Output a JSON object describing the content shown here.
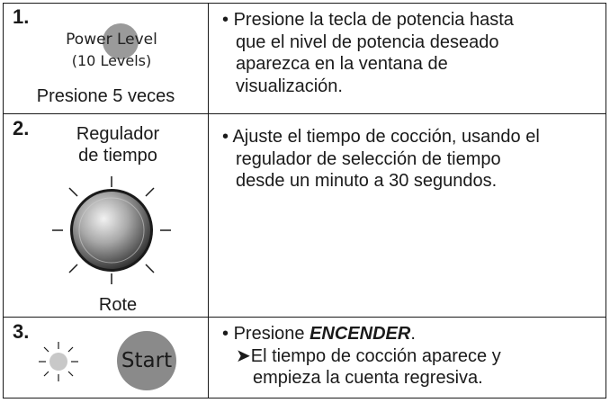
{
  "steps": [
    {
      "number": "1.",
      "panel": {
        "line1": "Power Level",
        "line2": "(10 Levels)",
        "caption": "Presione 5 veces"
      },
      "text": {
        "bullet": "•",
        "line1": "Presione la tecla de potencia hasta",
        "line2": "que el nivel de potencia deseado",
        "line3": "aparezca en la ventana de",
        "line4": "visualización."
      }
    },
    {
      "number": "2.",
      "panel": {
        "label_line1": "Regulador",
        "label_line2": "de tiempo",
        "icon": "timer-dial-icon",
        "caption": "Rote"
      },
      "text": {
        "bullet": "•",
        "line1": "Ajuste el tiempo de cocción, usando el",
        "line2": "regulador de selección de tiempo",
        "line3": "desde un minuto a 30 segundos."
      }
    },
    {
      "number": "3.",
      "panel": {
        "indicator_icon": "indicator-light-icon",
        "button_label": "Start"
      },
      "text": {
        "bullet": "•",
        "line1_prefix": "Presione ",
        "line1_emphasis": "ENCENDER",
        "line1_suffix": ".",
        "arrow": "➤",
        "line2": "El tiempo de cocción aparece y",
        "line3": "empieza la cuenta regresiva."
      }
    }
  ],
  "colors": {
    "border": "#1a1a1a",
    "button_gray": "#8a8a8a",
    "dot_gray": "#9a9a9a"
  }
}
